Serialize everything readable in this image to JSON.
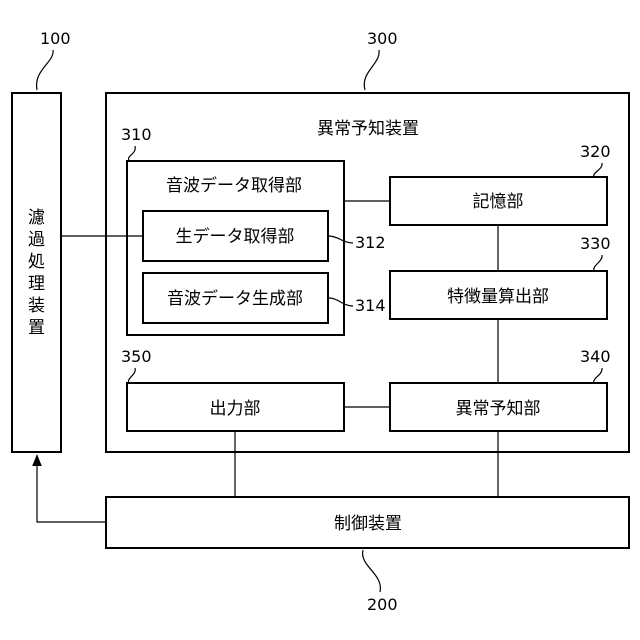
{
  "refs": {
    "filter": "100",
    "controller": "200",
    "predictor": "300",
    "acquisition": "310",
    "raw_data": "312",
    "generation": "314",
    "storage": "320",
    "feature": "330",
    "anomaly": "340",
    "output": "350"
  },
  "labels": {
    "filter_chars": [
      "濾",
      "過",
      "処",
      "理",
      "装",
      "置"
    ],
    "controller": "制御装置",
    "predictor": "異常予知装置",
    "acquisition": "音波データ取得部",
    "raw_data": "生データ取得部",
    "generation": "音波データ生成部",
    "storage": "記憶部",
    "feature": "特徴量算出部",
    "anomaly": "異常予知部",
    "output": "出力部"
  }
}
